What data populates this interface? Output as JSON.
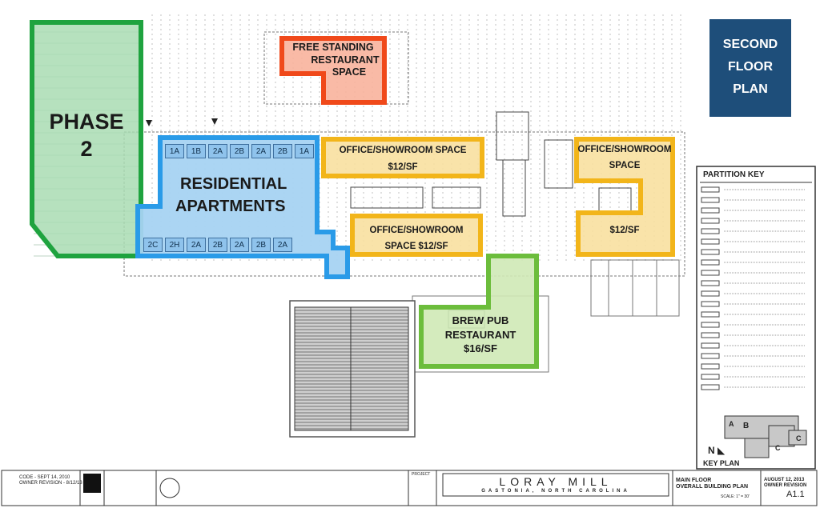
{
  "badge": {
    "line1": "SECOND",
    "line2": "FLOOR",
    "line3": "PLAN"
  },
  "zones": {
    "phase2": {
      "line1": "PHASE",
      "line2": "2",
      "color": "#2eaa4a"
    },
    "restaurant": {
      "line1": "FREE STANDING",
      "line2": "RESTAURANT",
      "line3": "SPACE",
      "color": "#f04a1e"
    },
    "residential": {
      "line1": "RESIDENTIAL",
      "line2": "APARTMENTS",
      "color": "#2b9cea"
    },
    "office1": {
      "line1": "OFFICE/SHOWROOM SPACE",
      "line2": "$12/SF",
      "color": "#f2b81e"
    },
    "office2": {
      "line1": "OFFICE/SHOWROOM",
      "line2": "SPACE $12/SF",
      "color": "#f2b81e"
    },
    "office3": {
      "line1": "OFFICE/SHOWROOM",
      "line2": "SPACE",
      "line3": "$12/SF",
      "color": "#f2b81e"
    },
    "brewpub": {
      "line1": "BREW PUB",
      "line2": "RESTAURANT",
      "line3": "$16/SF",
      "color": "#6cbd3c"
    }
  },
  "units_top": [
    "1A",
    "1B",
    "2A",
    "2B",
    "2A",
    "2B",
    "1A"
  ],
  "units_bottom": [
    "2C",
    "2H",
    "2A",
    "2B",
    "2A",
    "2B",
    "2A"
  ],
  "legend": {
    "title": "PARTITION KEY"
  },
  "keyplan": {
    "title": "KEY PLAN",
    "north": "N",
    "labels": [
      "A",
      "B",
      "C",
      "C"
    ]
  },
  "titleblock": {
    "project_label": "PROJECT",
    "project_name": "LORAY MILL",
    "project_location": "GASTONIA, NORTH CAROLINA",
    "sheet_title": "MAIN FLOOR",
    "sheet_subtitle": "OVERALL BUILDING PLAN",
    "date": "AUGUST 12, 2013",
    "revision": "OWNER REVISION",
    "sheet_number": "A1.1",
    "code_line1": "CODE - SEPT 14, 2010",
    "code_line2": "OWNER REVISION - 8/12/13",
    "scale": "SCALE: 1\" = 30'"
  }
}
